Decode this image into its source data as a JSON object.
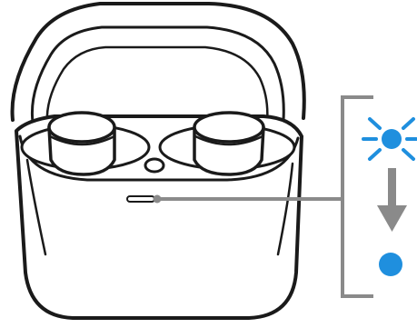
{
  "figure": {
    "subject": "earbuds-charging-case",
    "callout": "case-status-led",
    "led_states": [
      {
        "state": "blinking",
        "icon": "blinking-led-icon"
      },
      {
        "state": "solid",
        "icon": "solid-led-icon"
      }
    ],
    "transition_icon": "arrow-down-icon"
  },
  "colors": {
    "outline": "#1a1a1a",
    "callout": "#8a8a8a",
    "led": "#1f8fde",
    "background": "#ffffff"
  }
}
